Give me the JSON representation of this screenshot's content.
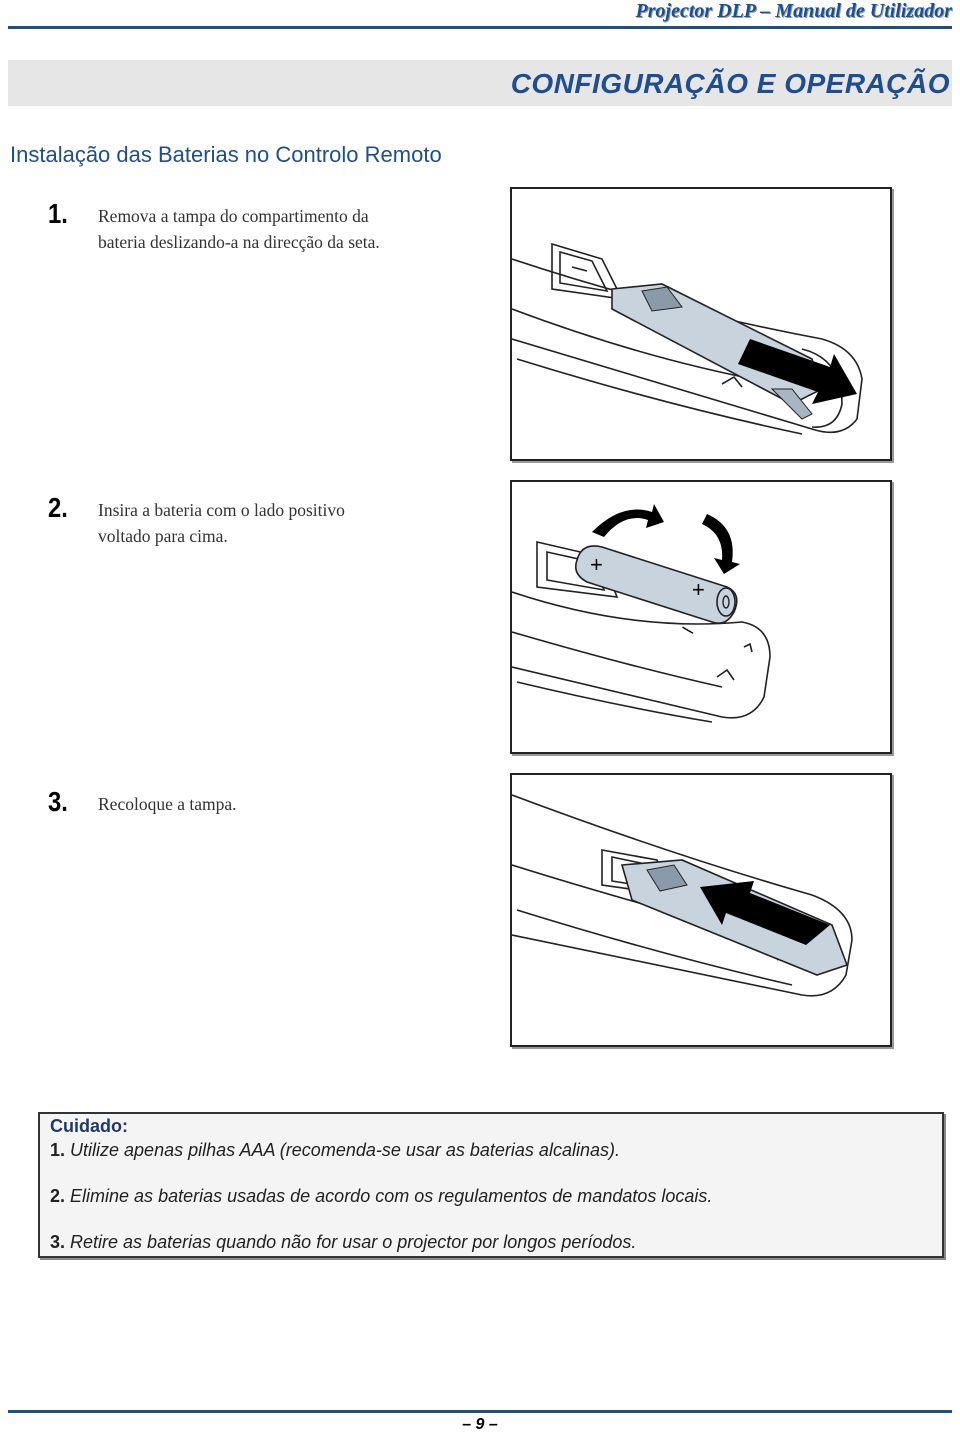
{
  "header": {
    "title": "Projector DLP – Manual de Utilizador"
  },
  "section": {
    "title": "CONFIGURAÇÃO E OPERAÇÃO"
  },
  "subheading": "Instalação das Baterias no Controlo Remoto",
  "steps": [
    {
      "number": "1.",
      "lines": [
        "Remova a tampa do compartimento da",
        "bateria deslizando-a na direcção da seta."
      ]
    },
    {
      "number": "2.",
      "lines": [
        "Insira a bateria com o lado positivo",
        "voltado para cima."
      ]
    },
    {
      "number": "3.",
      "lines": [
        "Recoloque a tampa."
      ]
    }
  ],
  "figures": [
    {
      "icon": "remote-cover-removal-illustration"
    },
    {
      "icon": "battery-insertion-illustration",
      "plus_label": "+",
      "minus_label": "–"
    },
    {
      "icon": "remote-cover-replace-illustration"
    }
  ],
  "caution": {
    "title": "Cuidado:",
    "items": [
      {
        "num": "1.",
        "text": "Utilize apenas pilhas AAA (recomenda-se usar as baterias alcalinas)."
      },
      {
        "num": "2.",
        "text": "Elimine as baterias usadas de acordo com os regulamentos de mandatos locais."
      },
      {
        "num": "3.",
        "text": "Retire as baterias quando não for usar o projector por longos períodos."
      }
    ]
  },
  "footer": {
    "page": "– 9 –"
  },
  "colors": {
    "accent": "#1f4e8f",
    "cover": "#c9d3dd"
  }
}
